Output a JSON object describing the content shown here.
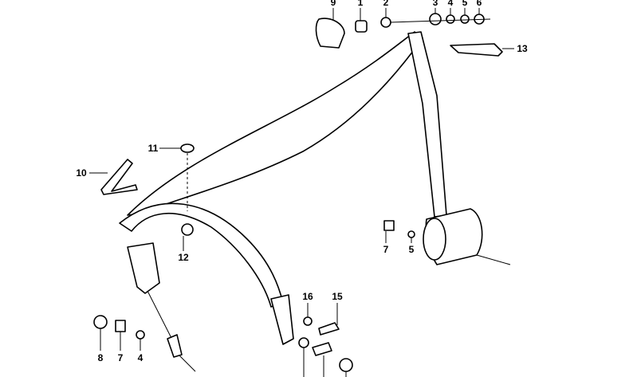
{
  "title": "Seat belt assembly parts diagram",
  "labels": {
    "p9": "9",
    "p1": "1",
    "p2": "2",
    "p3": "3",
    "p4a": "4",
    "p5a": "5",
    "p6": "6",
    "p13": "13",
    "p11": "11",
    "p10": "10",
    "p12": "12",
    "p7a": "7",
    "p5b": "5",
    "p16": "16",
    "p15": "15",
    "p8": "8",
    "p7b": "7",
    "p4b": "4"
  }
}
